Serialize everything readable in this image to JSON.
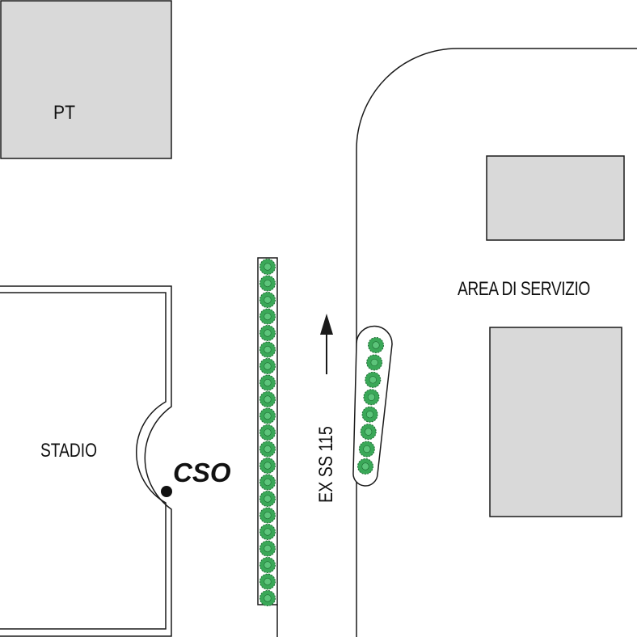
{
  "labels": {
    "pt": "PT",
    "area_servizio": "AREA DI SERVIZIO",
    "stadio": "STADIO",
    "cso": "CSO",
    "road": "EX SS 115"
  },
  "colors": {
    "building_fill": "#d9d9d9",
    "outline": "#1a1a1a",
    "tree_fill": "#3aa858",
    "tree_outline": "#1e6b33",
    "background": "#ffffff"
  },
  "icons": {
    "marker": "filled-circle",
    "direction": "arrow-up-icon",
    "vegetation": "tree-icon"
  }
}
